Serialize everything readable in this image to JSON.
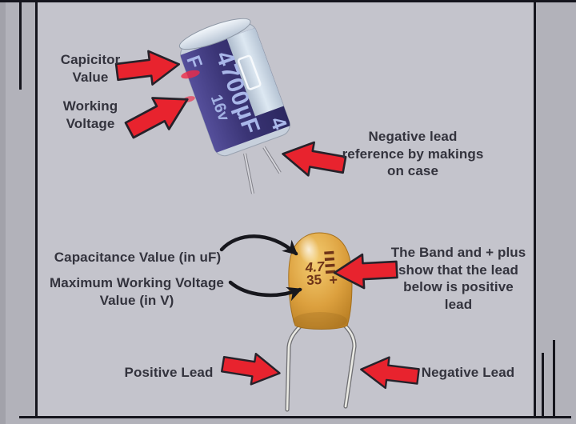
{
  "page": {
    "type": "infographic",
    "topic": "Capacitor value, voltage and polarity markings"
  },
  "colors": {
    "outer_bg": "#b2b2ba",
    "panel_bg": "#c4c4cc",
    "frame_line": "#15151d",
    "text": "#33333d",
    "arrow_red": "#e8232e",
    "arrow_outline": "#26222a",
    "electrolytic_label": "#3d3779",
    "electrolytic_stripe": "#c3d0e0",
    "tantalum_body": "#dda440",
    "marking_brown": "#6f3418"
  },
  "electrolytic_section": {
    "labels": {
      "capacitor_value": "Capicitor\nValue",
      "working_voltage": "Working\nVoltage",
      "negative_lead_note": "Negative lead\nreference by makings\non case"
    },
    "markings": {
      "capacitance": "4700µF",
      "voltage": "16v",
      "wrap_top": "F",
      "wrap_bottom": "4"
    }
  },
  "tantalum_section": {
    "labels": {
      "capacitance": "Capacitance Value (in uF)",
      "max_working_voltage": "Maximum Working Voltage\nValue (in V)",
      "band_note": "The Band and + plus\nshow that the lead\nbelow is positive\nlead",
      "positive_lead": "Positive Lead",
      "negative_lead": "Negative Lead"
    },
    "markings": {
      "capacitance": "4.7",
      "voltage": "35",
      "polarity": "+"
    }
  }
}
